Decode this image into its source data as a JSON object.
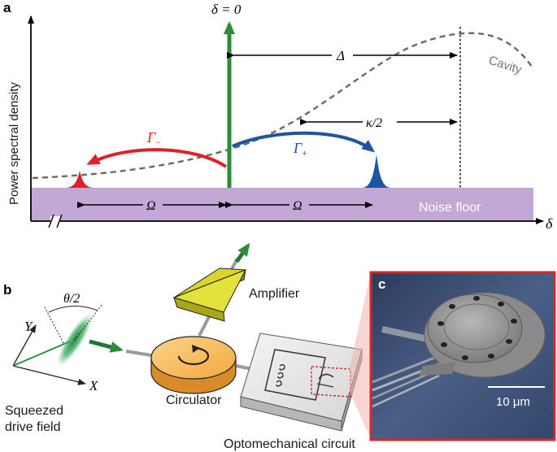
{
  "panel_a": {
    "panel_label": "a",
    "delta_zero_label": "δ = 0",
    "y_axis_label": "Power spectral density",
    "x_axis_label": "δ",
    "detuning_label": "Δ",
    "cavity_label": "Cavity",
    "kappa_label": "κ/2",
    "gamma_minus_symbol": "Γ",
    "gamma_minus_sub": "−",
    "gamma_plus_symbol": "Γ",
    "gamma_plus_sub": "+",
    "omega_left": "Ω",
    "omega_right": "Ω",
    "noise_floor_label": "Noise floor",
    "colors": {
      "noise_floor": "#c2a8d4",
      "drive": "#2e8b3a",
      "red_sideband": "#e02028",
      "blue_sideband": "#1f54a4",
      "cavity_curve": "#6a6a6a"
    }
  },
  "panel_b": {
    "panel_label": "b",
    "angle_label": "θ/2",
    "y_axis": "Y",
    "x_axis": "X",
    "squeezed_line1": "Squeezed",
    "squeezed_line2": "drive field",
    "circulator_label": "Circulator",
    "amplifier_label": "Amplifier",
    "circuit_label": "Optomechanical circuit",
    "colors": {
      "circulator": "#f2b24e",
      "amplifier": "#d8d62a",
      "arrow": "#1f7a3a"
    }
  },
  "panel_c": {
    "panel_label": "c",
    "scale_bar_label": "10 μm",
    "colors": {
      "border": "#d42a2a",
      "background": "#3a4c6e"
    }
  }
}
